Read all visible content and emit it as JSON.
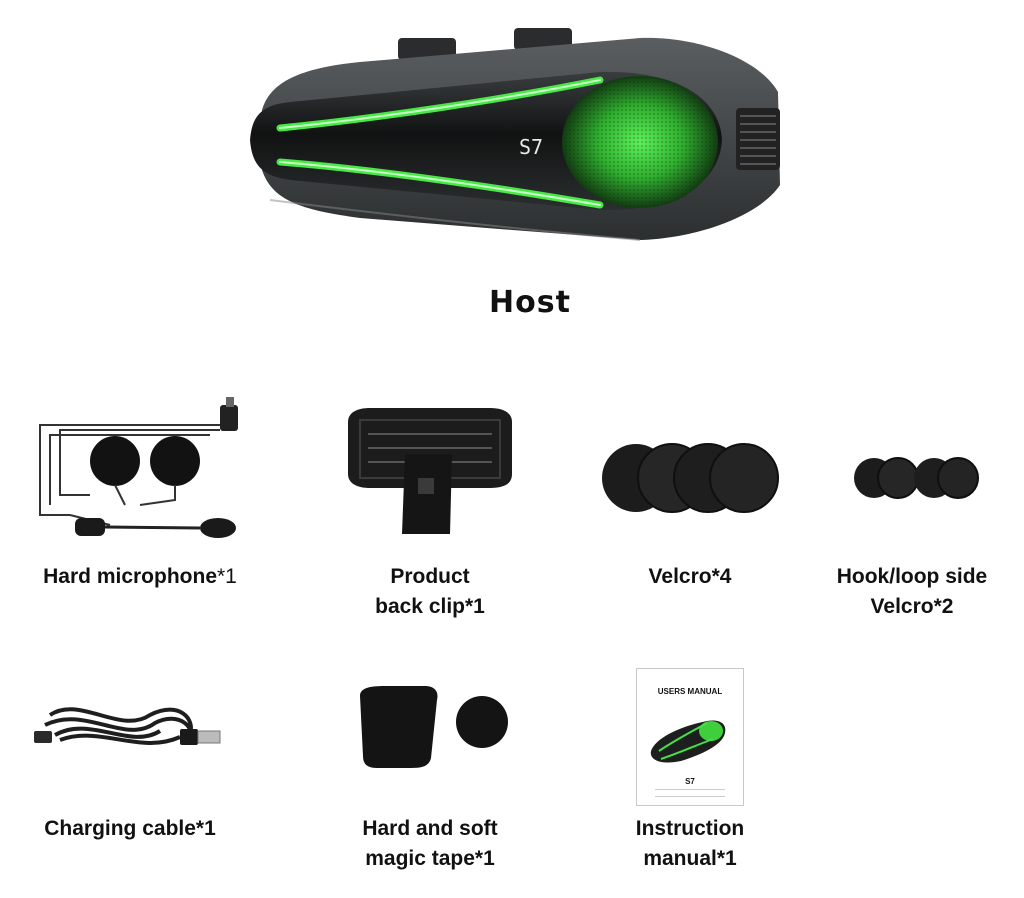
{
  "host": {
    "model_label": "S7",
    "title": "Host"
  },
  "items": [
    {
      "line1": "Hard  microphone",
      "line1_suffix": "*1",
      "line2": ""
    },
    {
      "line1": "Product",
      "line2": "back clip*1"
    },
    {
      "line1": "Velcro*4",
      "line2": ""
    },
    {
      "line1": "Hook/loop side",
      "line2": "Velcro*2"
    },
    {
      "line1": "Charging cable*1",
      "line2": ""
    },
    {
      "line1": "Hard and soft",
      "line2": "magic tape*1"
    },
    {
      "line1": "Instruction",
      "line2": "manual*1"
    }
  ],
  "manual": {
    "header": "USERS MANUAL",
    "model": "S7"
  },
  "colors": {
    "led_green": "#3ddc3a",
    "body_dark": "#1d1f1f",
    "velcro_dark": "#1a1a1a"
  }
}
